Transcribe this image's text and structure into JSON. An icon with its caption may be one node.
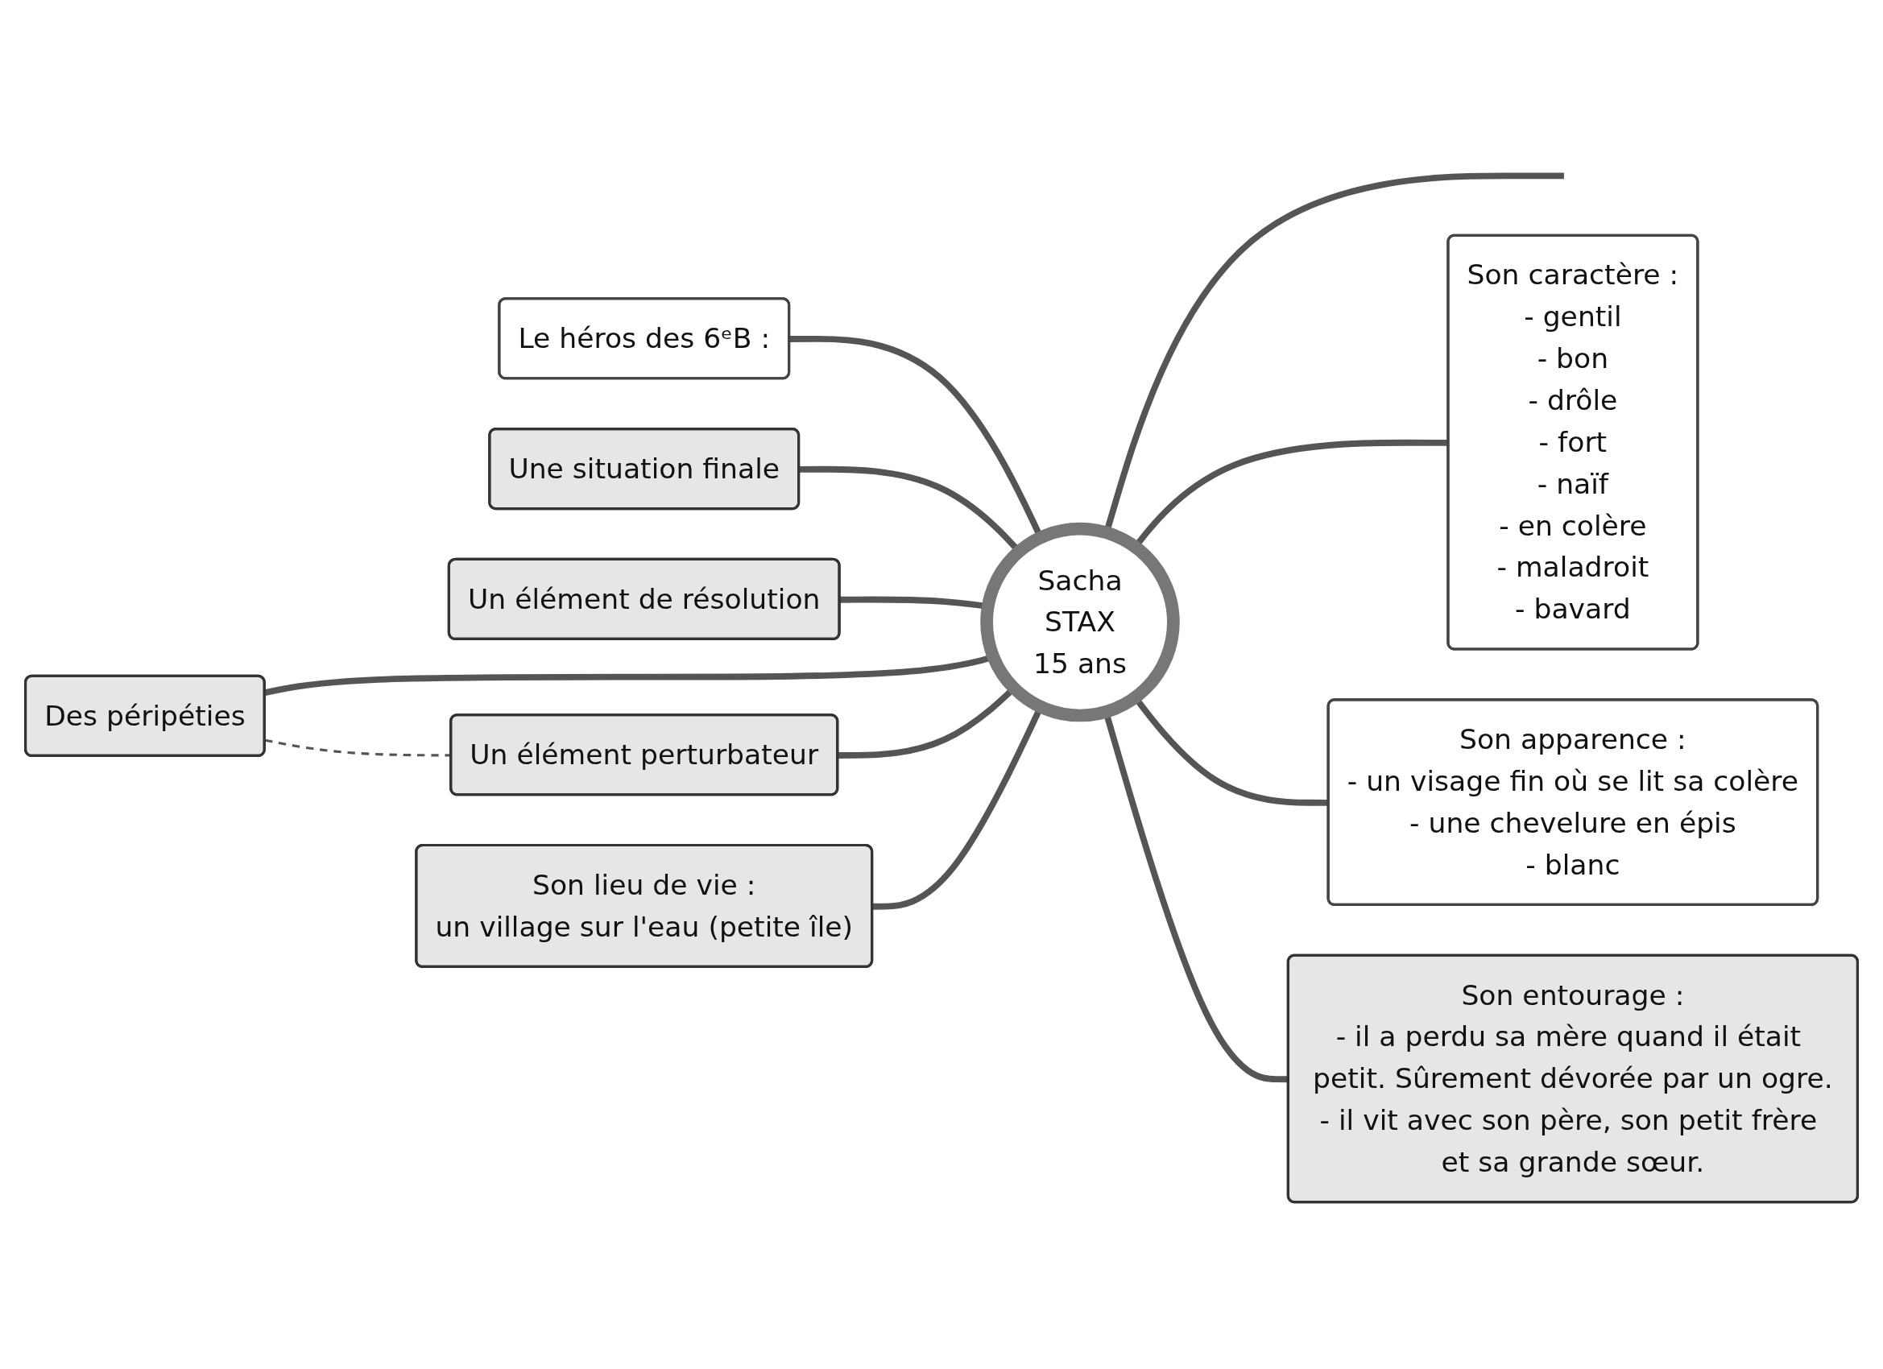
{
  "diagram": {
    "nodes": [
      {
        "text": [
          "Le héros des 6ᵉB :"
        ]
      },
      {
        "text": [
          "Son lieu de vie :",
          "un village sur l'eau (petite île)"
        ]
      },
      {
        "text": [
          "Son caractère :",
          "- gentil",
          "- bon",
          "- drôle",
          "- fort",
          "- naïf",
          "- en colère",
          "- maladroit",
          "- bavard"
        ]
      },
      {
        "text": [
          "Sacha",
          "STAX",
          "15 ans"
        ]
      },
      {
        "text": [
          "Un élément perturbateur"
        ]
      },
      {
        "text": [
          "Son apparence :",
          "- un visage fin où se lit sa colère",
          "- une chevelure en épis",
          "- blanc"
        ]
      },
      {
        "text": [
          "Des péripéties"
        ]
      },
      {
        "text": [
          "Un élément de résolution"
        ]
      },
      {
        "text": [
          "Son entourage :",
          "- il a perdu sa mère quand il était petit. Sûrement dévorée par un ogre.",
          "- il vit avec son père, son petit frère et sa grande sœur."
        ]
      },
      {
        "text": [
          "Une situation finale"
        ]
      }
    ],
    "edges": [
      {
        "from": 3,
        "to": 0,
        "arrow": "none"
      },
      {
        "from": 3,
        "to": null,
        "arrow": "none"
      },
      {
        "from": 3,
        "to": 2,
        "arrow": "none"
      },
      {
        "from": 3,
        "to": 5,
        "arrow": "none"
      },
      {
        "from": 3,
        "to": 8,
        "arrow": "none"
      },
      {
        "from": 3,
        "to": 9,
        "arrow": "none"
      },
      {
        "from": 3,
        "to": 7,
        "arrow": "none"
      },
      {
        "from": 3,
        "to": 6,
        "arrow": "none"
      },
      {
        "from": 3,
        "to": 4,
        "arrow": "none"
      },
      {
        "from": 3,
        "to": 1,
        "arrow": "none"
      },
      {
        "from": 4,
        "to": 6,
        "arrow": "none",
        "style": "dashed"
      }
    ]
  }
}
